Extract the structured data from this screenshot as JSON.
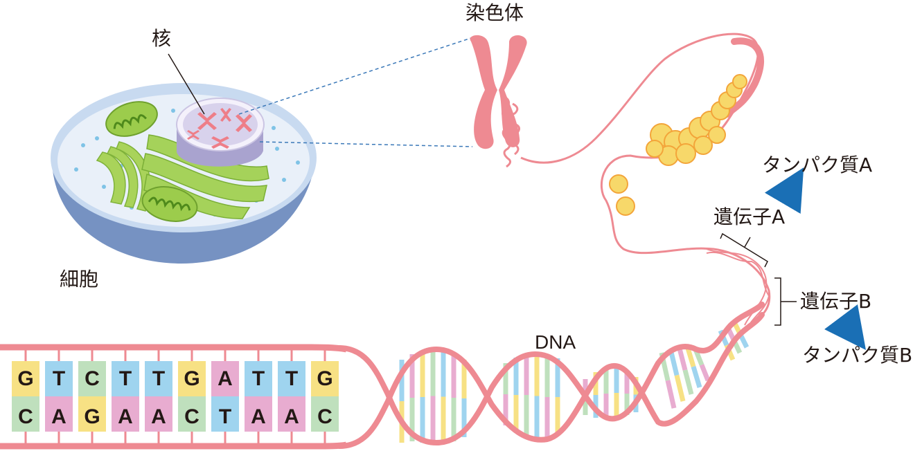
{
  "labels": {
    "nucleus": "核",
    "chromosome": "染色体",
    "cell": "細胞",
    "dna": "DNA",
    "protein_a": "タンパク質A",
    "gene_a": "遺伝子A",
    "gene_b": "遺伝子B",
    "protein_b": "タンパク質B"
  },
  "sequence": {
    "top": [
      "G",
      "T",
      "C",
      "T",
      "T",
      "G",
      "A",
      "T",
      "T",
      "G"
    ],
    "bottom": [
      "C",
      "A",
      "G",
      "A",
      "A",
      "C",
      "T",
      "A",
      "A",
      "C"
    ]
  },
  "colors": {
    "strand": "#ee8a92",
    "A": "#e8acd0",
    "T": "#9fd4ef",
    "G": "#f7e184",
    "C": "#bfe0bd",
    "arrow": "#1a6fb5",
    "cell_outer": "#7692c2",
    "cell_inner": "#e6eef8",
    "organelle": "#9ccc4c"
  }
}
